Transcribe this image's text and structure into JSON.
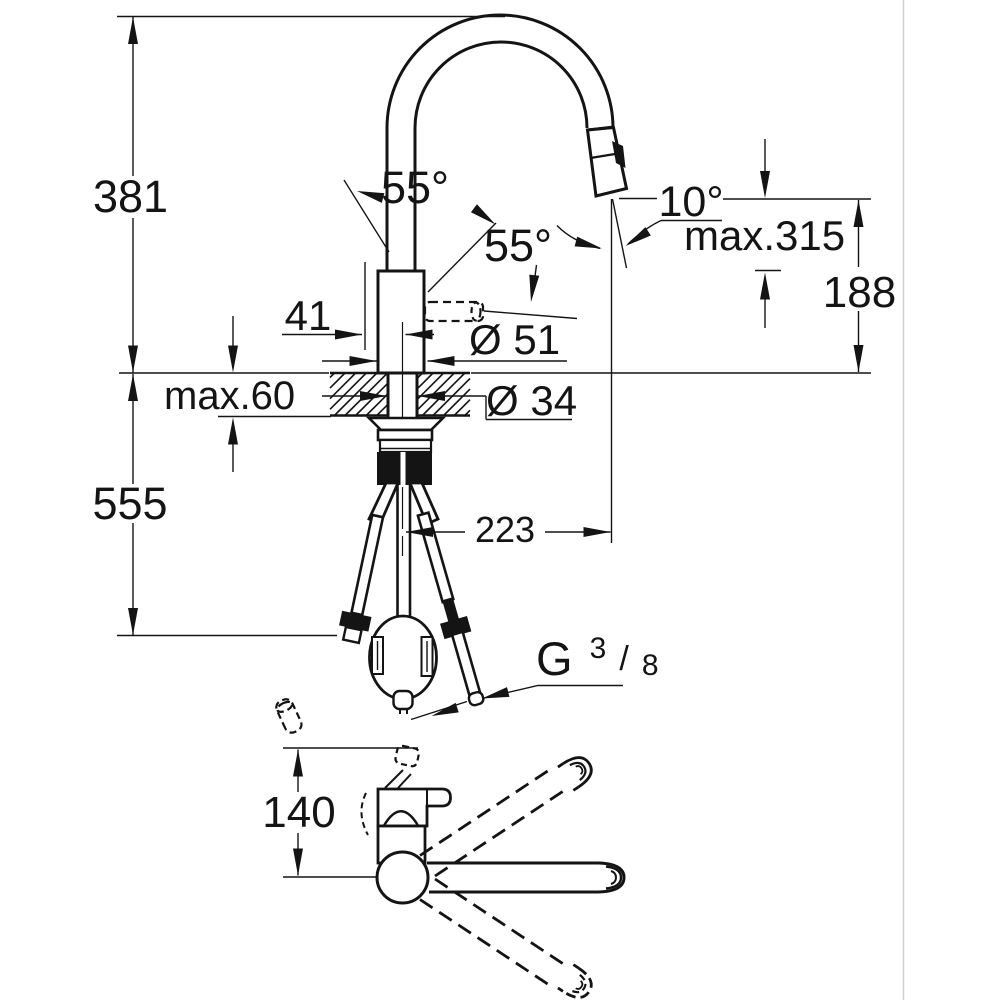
{
  "front": {
    "total_height": "381",
    "under_counter_length": "555",
    "max_mounting_thickness": "max.60",
    "handle_offset": "41",
    "body_diameter": "Ø 51",
    "mounting_hole_diameter": "Ø 34",
    "handle_swing_upper": "55°",
    "handle_swing_lower": "55°",
    "spray_tilt_angle": "10°",
    "max_spout_height": "max.315",
    "outlet_height": "188",
    "spout_reach": "223",
    "thread_letter": "G",
    "thread_numerator": "3",
    "thread_slash": "/",
    "thread_denominator": "8"
  },
  "top": {
    "lever_clearance_height": "140"
  },
  "colors": {
    "line": "#141414",
    "background": "#ffffff",
    "divider": "#cfcfcf"
  }
}
